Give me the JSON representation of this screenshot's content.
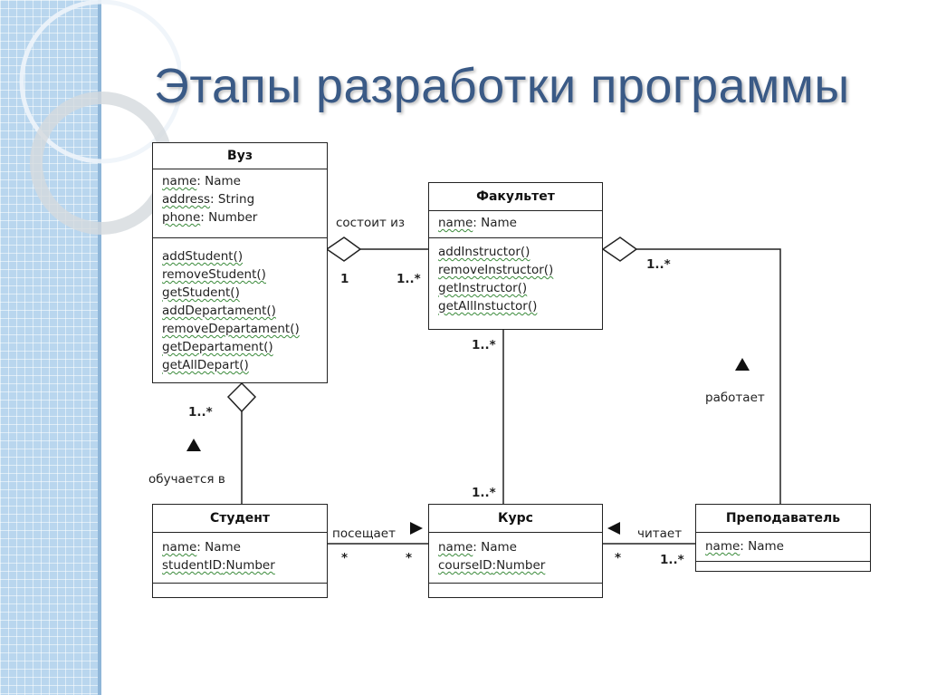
{
  "title": "Этапы разработки программы",
  "classes": {
    "vuz": {
      "name": "Вуз",
      "attributes": [
        {
          "k": "name",
          "v": ": Name"
        },
        {
          "k": "address",
          "v": ": String"
        },
        {
          "k": "phone",
          "v": ": Number"
        }
      ],
      "methods": [
        "addStudent()",
        "removeStudent()",
        "getStudent()",
        "addDepartament()",
        "removeDepartament()",
        "getDepartament()",
        "getAllDepart()"
      ]
    },
    "fakultet": {
      "name": "Факультет",
      "attributes": [
        {
          "k": "name",
          "v": ": Name"
        }
      ],
      "methods": [
        "addInstructor()",
        "removeInstructor()",
        "getInstructor()",
        "getAllInstuctor()"
      ]
    },
    "student": {
      "name": "Студент",
      "attributes": [
        {
          "k": "name",
          "v": ": Name"
        },
        {
          "k": "studentID",
          "v": ":Number"
        }
      ]
    },
    "kurs": {
      "name": "Курс",
      "attributes": [
        {
          "k": "name",
          "v": ": Name"
        },
        {
          "k": "courseID",
          "v": ":Number"
        }
      ]
    },
    "prepodavatel": {
      "name": "Преподаватель",
      "attributes": [
        {
          "k": "name",
          "v": ": Name"
        }
      ]
    }
  },
  "associations": {
    "vuz_fakultet": {
      "label": "состоит из",
      "mult_a": "1",
      "mult_b": "1..*"
    },
    "vuz_student": {
      "label": "обучается в",
      "mult": "1..*"
    },
    "fakultet_kurs": {
      "mult_top": "1..*",
      "mult_bottom": "1..*"
    },
    "fakultet_prepodavatel": {
      "label": "работает",
      "mult": "1..*"
    },
    "student_kurs": {
      "label": "посещает",
      "mult_a": "*",
      "mult_b": "*"
    },
    "kurs_prepodavatel": {
      "label": "читает",
      "mult_a": "*",
      "mult_b": "1..*"
    }
  }
}
